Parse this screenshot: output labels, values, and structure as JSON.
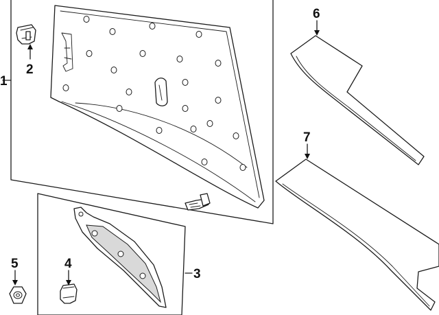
{
  "callouts": {
    "c1": "1",
    "c2": "2",
    "c3": "3",
    "c4": "4",
    "c5": "5",
    "c6": "6",
    "c7": "7"
  },
  "colors": {
    "line": "#1a1a1a",
    "fill": "#ffffff",
    "shade": "#d9d9d9"
  }
}
